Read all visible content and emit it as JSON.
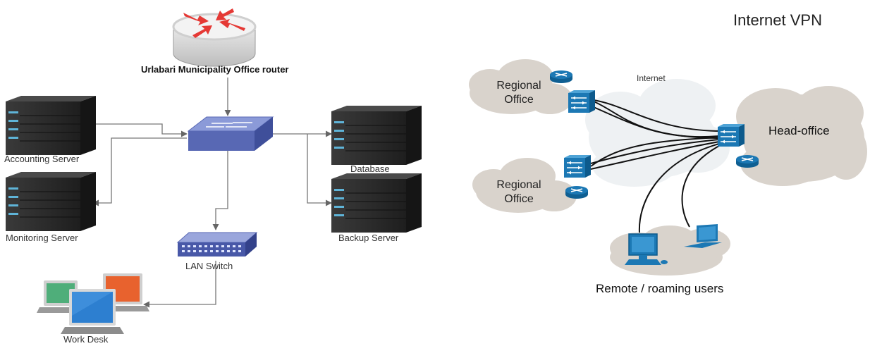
{
  "left_diagram": {
    "router_label": "Urlabari Municipality Office router",
    "servers": {
      "accounting": "Accounting Server",
      "monitoring": "Monitoring Server",
      "database": "Database",
      "backup": "Backup Server"
    },
    "lan_switch_label": "LAN Switch",
    "workdesk_label": "Work Desk"
  },
  "right_diagram": {
    "title": "Internet VPN",
    "internet_label": "Internet",
    "regional_office_top": "Regional Office",
    "regional_office_bottom": "Regional Office",
    "head_office": "Head-office",
    "remote_users": "Remote / roaming users"
  },
  "colors": {
    "router_arrow": "#e53935",
    "switch_blue": "#5868b4",
    "cisco_blue": "#1c78b4",
    "cloud": "#d9d3cc",
    "server_dark": "#2b2b2b",
    "server_led": "#5fb4d8"
  }
}
